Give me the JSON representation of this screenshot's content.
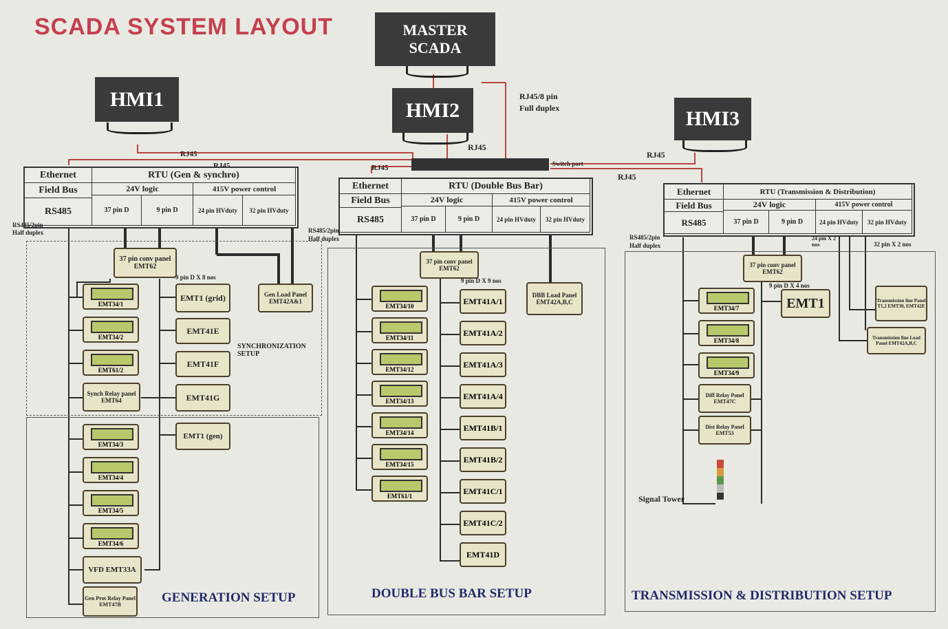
{
  "title": "SCADA SYSTEM LAYOUT",
  "master": {
    "line1": "MASTER",
    "line2": "SCADA"
  },
  "hmi": [
    "HMI1",
    "HMI2",
    "HMI3"
  ],
  "links": {
    "rj45_8pin": "RJ45/8 pin",
    "full_duplex": "Full duplex",
    "rj45": "RJ45",
    "switch_port": "Switch port",
    "rs485_2pin": "RS485/2pin",
    "half_duplex": "Half duplex"
  },
  "rtu_common": {
    "ethernet": "Ethernet",
    "field_bus": "Field Bus",
    "rs485": "RS485",
    "logic": "24V logic",
    "power": "415V power control",
    "pin37": "37 pin D",
    "pin9": "9 pin D",
    "hv24": "24 pin HVduty",
    "hv32": "32 pin HVduty"
  },
  "rtu_titles": [
    "RTU (Gen & synchro)",
    "RTU (Double Bus Bar)",
    "RTU (Transmission & Distribution)"
  ],
  "gen": {
    "conv": "37 pin conv panel EMT62",
    "emt34": [
      "EMT34/1",
      "EMT34/2",
      "EMT61/2"
    ],
    "synch": "Synch Relay panel EMT64",
    "right": [
      "EMT1 (grid)",
      "EMT41E",
      "EMT41F",
      "EMT41G"
    ],
    "gen_load": "Gen Load Panel EMT42A&1",
    "pinnote": "9 pin D X 8 nos",
    "sync_label": "SYNCHRONIZATION SETUP",
    "lower": [
      "EMT34/3",
      "EMT34/4",
      "EMT34/5",
      "EMT34/6"
    ],
    "vfd": "VFD EMT33A",
    "genprot": "Gen Prot Relay Panel EMT47B",
    "emt1gen": "EMT1 (gen)",
    "setup": "GENERATION SETUP"
  },
  "dbb": {
    "conv": "37 pin conv panel EMT62",
    "pinnote": "9 pin D X 9 nos",
    "left": [
      "EMT34/10",
      "EMT34/11",
      "EMT34/12",
      "EMT34/13",
      "EMT34/14",
      "EMT34/15",
      "EMT61/1"
    ],
    "right": [
      "EMT41A/1",
      "EMT41A/2",
      "EMT41A/3",
      "EMT41A/4",
      "EMT41B/1",
      "EMT41B/2",
      "EMT41C/1",
      "EMT41C/2",
      "EMT41D"
    ],
    "load": "DBB Load Panel EMT42A,B,C",
    "setup": "DOUBLE BUS BAR SETUP"
  },
  "td": {
    "conv": "37 pin conv panel EMT62",
    "pinnote": "9 pin D X 4 nos",
    "pin24": "24 pin X 2 nos",
    "pin32": "32 pin X 2 nos",
    "left": [
      "EMT34/7",
      "EMT34/8",
      "EMT34/9"
    ],
    "diff": "Diff Relay Panel EMT47C",
    "dist": "Dist Relay Panel EMT53",
    "emt1": "EMT1",
    "panel1": "Transmission line Panel T1,2 EMT30, EMT42E",
    "panel2": "Transmission line Load Panel EMT42A,B,C",
    "tower": "Signal Tower",
    "setup": "TRANSMISSION & DISTRIBUTION SETUP"
  }
}
